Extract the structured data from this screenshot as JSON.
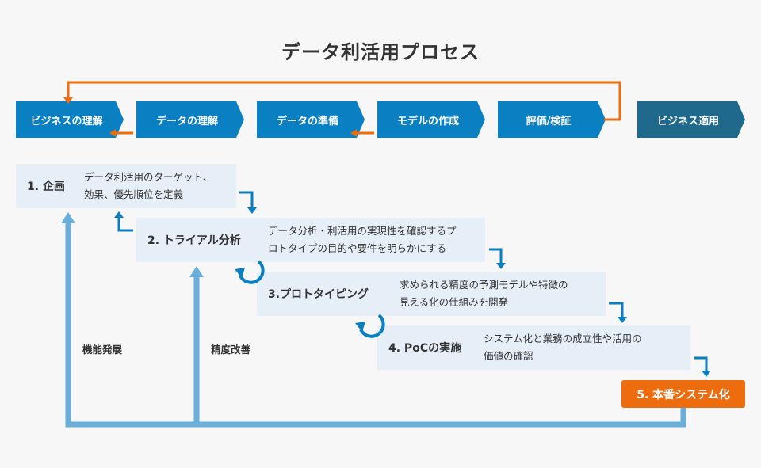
{
  "title": "データ利活用プロセス",
  "process_steps": [
    {
      "label": "ビジネスの理解"
    },
    {
      "label": "データの理解"
    },
    {
      "label": "データの準備"
    },
    {
      "label": "モデルの作成"
    },
    {
      "label": "評価/検証"
    },
    {
      "label": "ビジネス適用"
    }
  ],
  "phases": [
    {
      "title": "1. 企画",
      "desc_line1": "データ利活用のターゲット、",
      "desc_line2": "効果、優先順位を定義"
    },
    {
      "title": "2. トライアル分析",
      "desc_line1": "データ分析・利活用の実現性を確認するプ",
      "desc_line2": "ロトタイプの目的や要件を明らかにする"
    },
    {
      "title": "3.プロトタイピング",
      "desc_line1": "求められる精度の予測モデルや特徴の",
      "desc_line2": "見える化の仕組みを開発"
    },
    {
      "title": "4. PoCの実施",
      "desc_line1": "システム化と業務の成立性や活用の",
      "desc_line2": "価値の確認"
    }
  ],
  "final_phase": "5. 本番システム化",
  "feedback_labels": {
    "outer": "機能発展",
    "inner": "精度改善"
  },
  "colors": {
    "step_blue": "#0a7fc1",
    "step_navy": "#1f6a8c",
    "orange": "#ec6c0e",
    "phase_bg": "#e6eff8",
    "feedback_line": "#6aaed9"
  }
}
